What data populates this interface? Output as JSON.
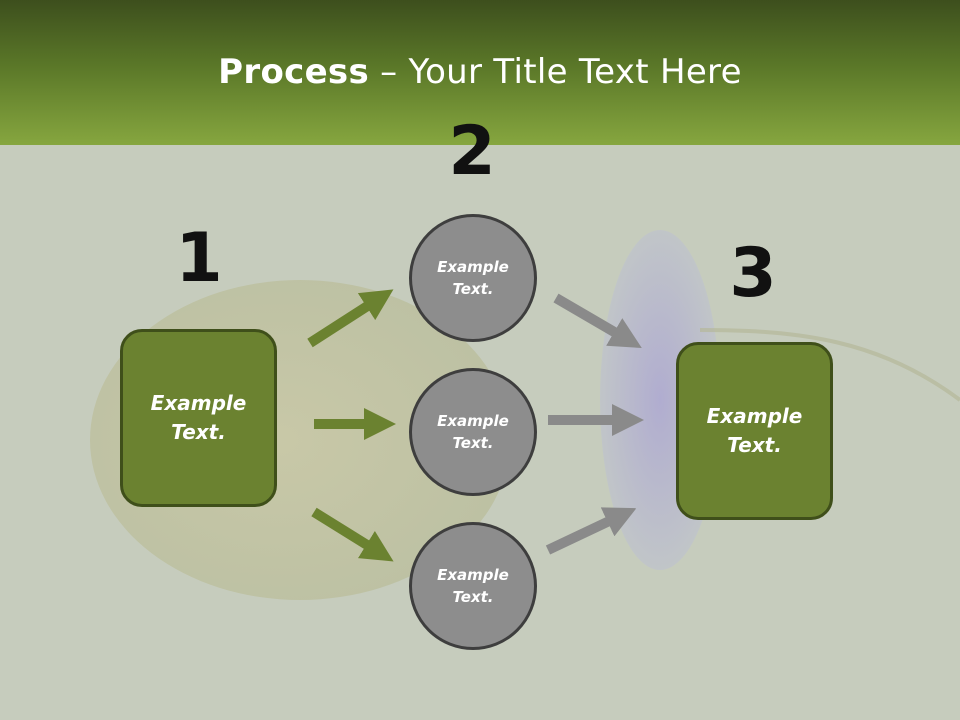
{
  "title": {
    "bold": "Process",
    "rest": " – Your Title Text Here"
  },
  "steps": [
    {
      "number": "1",
      "text": "Example\nText."
    },
    {
      "number": "2"
    },
    {
      "number": "3",
      "text": "Example\nText."
    }
  ],
  "circles": [
    {
      "text": "Example\nText."
    },
    {
      "text": "Example\nText."
    },
    {
      "text": "Example\nText."
    }
  ],
  "colors": {
    "header_dark": "#3d4f1d",
    "header_light": "#86a63f",
    "box_fill": "#6b8230",
    "circle_fill": "#8d8d8d",
    "green_arrow": "#6b8230",
    "gray_arrow": "#8a8a8a"
  }
}
